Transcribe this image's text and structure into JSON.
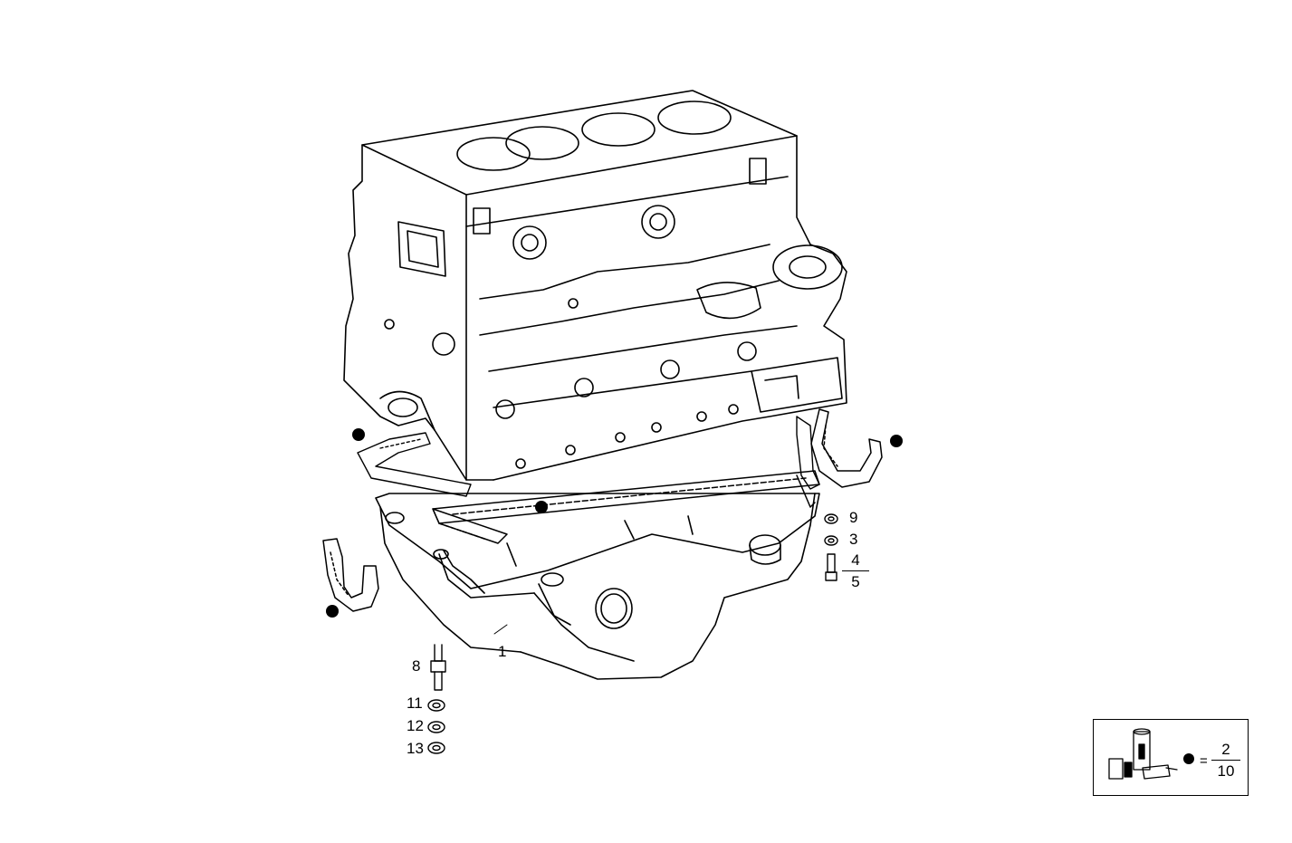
{
  "diagram": {
    "callouts": {
      "c1": "1",
      "c3": "3",
      "c8": "8",
      "c9": "9",
      "c11": "11",
      "c12": "12",
      "c13": "13"
    },
    "fraction_4_5": {
      "numerator": "4",
      "denominator": "5"
    },
    "legend": {
      "equals": "=",
      "numerator": "2",
      "denominator": "10"
    }
  }
}
